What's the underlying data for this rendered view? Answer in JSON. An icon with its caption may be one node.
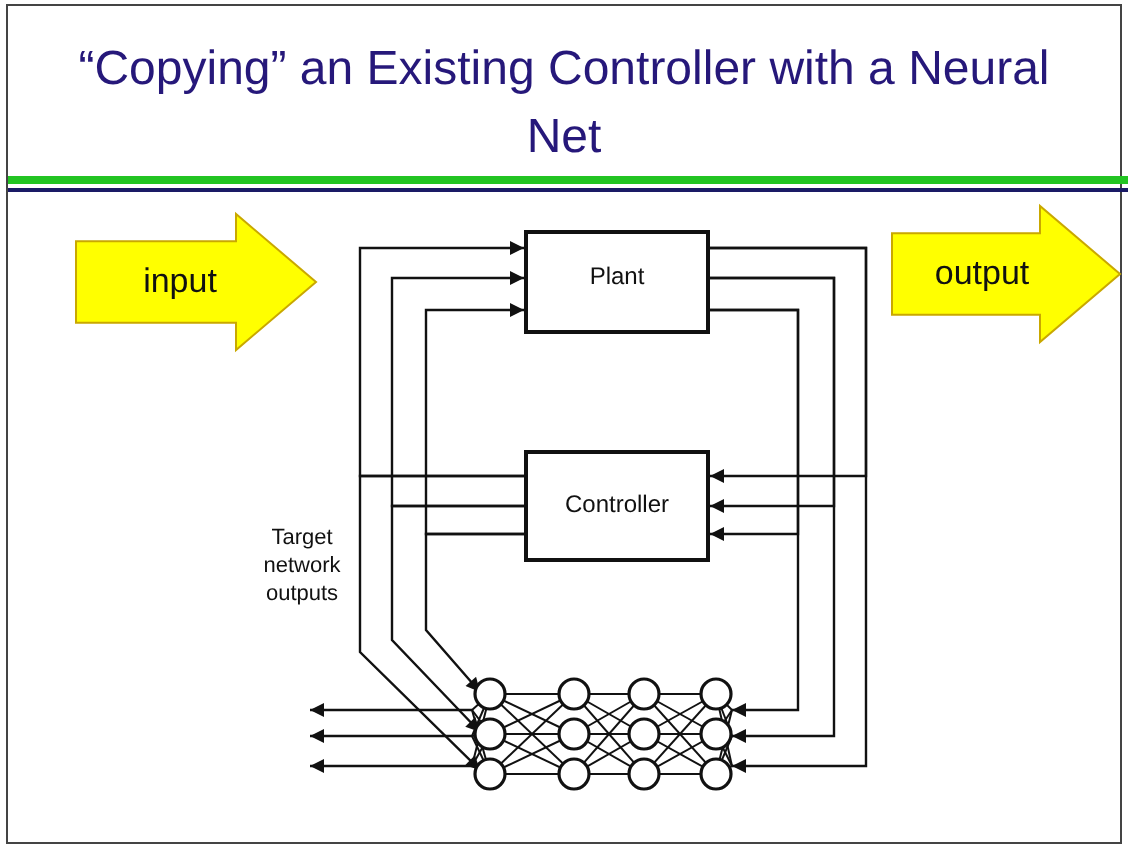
{
  "diagram": {
    "title": "“Copying” an Existing Controller with a Neural Net",
    "nodes": [
      {
        "text": [
          "input"
        ]
      },
      {
        "text": [
          "output"
        ]
      },
      {
        "text": [
          "Plant"
        ]
      },
      {
        "text": [
          "Controller"
        ]
      },
      {
        "text": [],
        "shape": "picture"
      }
    ],
    "edges": [
      {
        "from": 3,
        "to": 2,
        "arrow": "to"
      },
      {
        "from": 3,
        "to": 2,
        "arrow": "to"
      },
      {
        "from": 3,
        "to": 2,
        "arrow": "to"
      },
      {
        "from": 3,
        "to": 4,
        "arrow": "to"
      },
      {
        "from": 3,
        "to": 4,
        "arrow": "to"
      },
      {
        "from": 3,
        "to": 4,
        "arrow": "to"
      },
      {
        "from": 2,
        "to": 3,
        "arrow": "to"
      },
      {
        "from": 2,
        "to": 3,
        "arrow": "to"
      },
      {
        "from": 2,
        "to": 3,
        "arrow": "to"
      },
      {
        "from": 2,
        "to": 4,
        "arrow": "to"
      },
      {
        "from": 2,
        "to": 4,
        "arrow": "to"
      },
      {
        "from": 2,
        "to": 4,
        "arrow": "to"
      },
      {
        "from": 4,
        "to": null,
        "arrow": "to"
      },
      {
        "from": 4,
        "to": null,
        "arrow": "to"
      },
      {
        "from": 4,
        "to": null,
        "arrow": "to"
      }
    ],
    "labels": [
      "Target network outputs"
    ]
  }
}
